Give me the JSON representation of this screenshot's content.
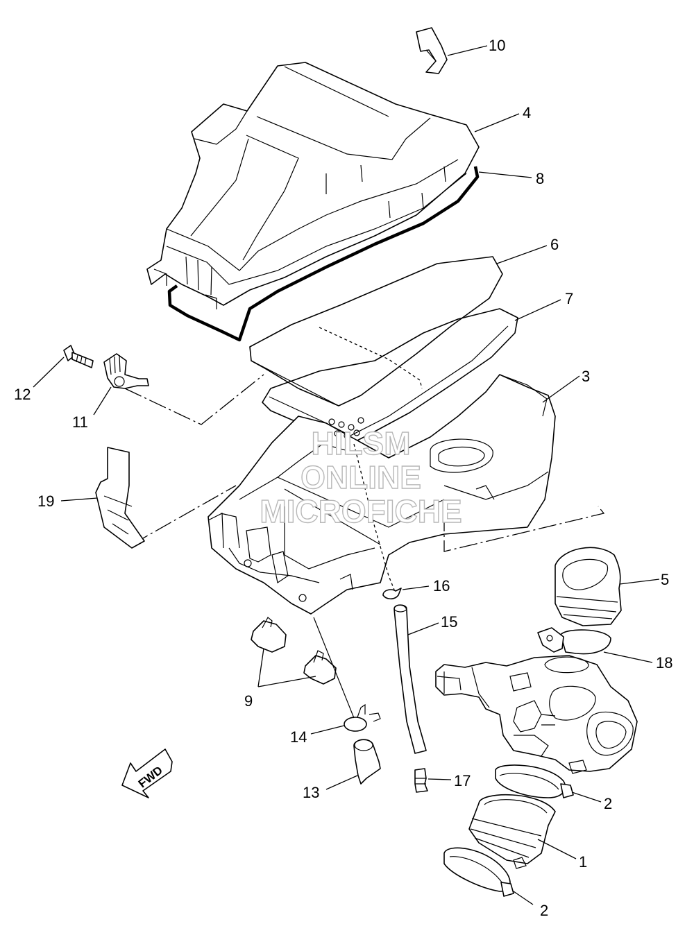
{
  "callouts": {
    "c1": "1",
    "c2a": "2",
    "c2b": "2",
    "c3": "3",
    "c4": "4",
    "c5": "5",
    "c6": "6",
    "c7": "7",
    "c8": "8",
    "c9": "9",
    "c10": "10",
    "c11": "11",
    "c12": "12",
    "c13": "13",
    "c14": "14",
    "c15": "15",
    "c16": "16",
    "c17": "17",
    "c18": "18",
    "c19": "19"
  },
  "direction_arrow": {
    "label": "FWD"
  },
  "watermark": {
    "line1": "HILSM",
    "line2": "ONLINE",
    "line3": "MICROFICHE"
  }
}
